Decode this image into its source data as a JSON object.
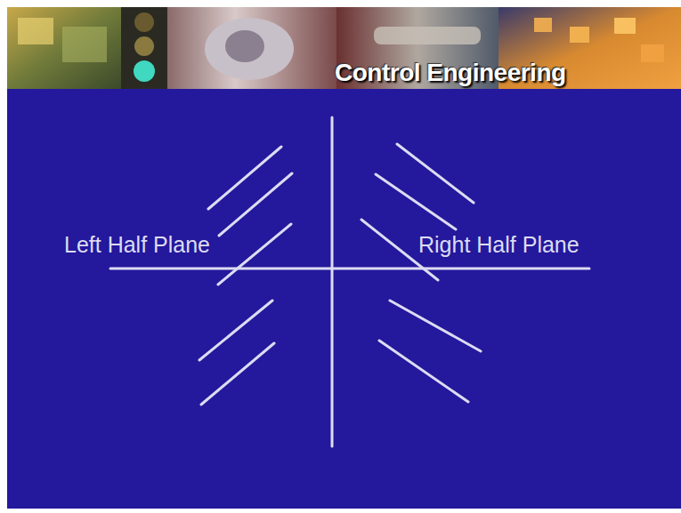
{
  "diagram": {
    "title": "Control Engineering",
    "labels": [
      "Left Half Plane",
      "Right Half Plane"
    ]
  }
}
